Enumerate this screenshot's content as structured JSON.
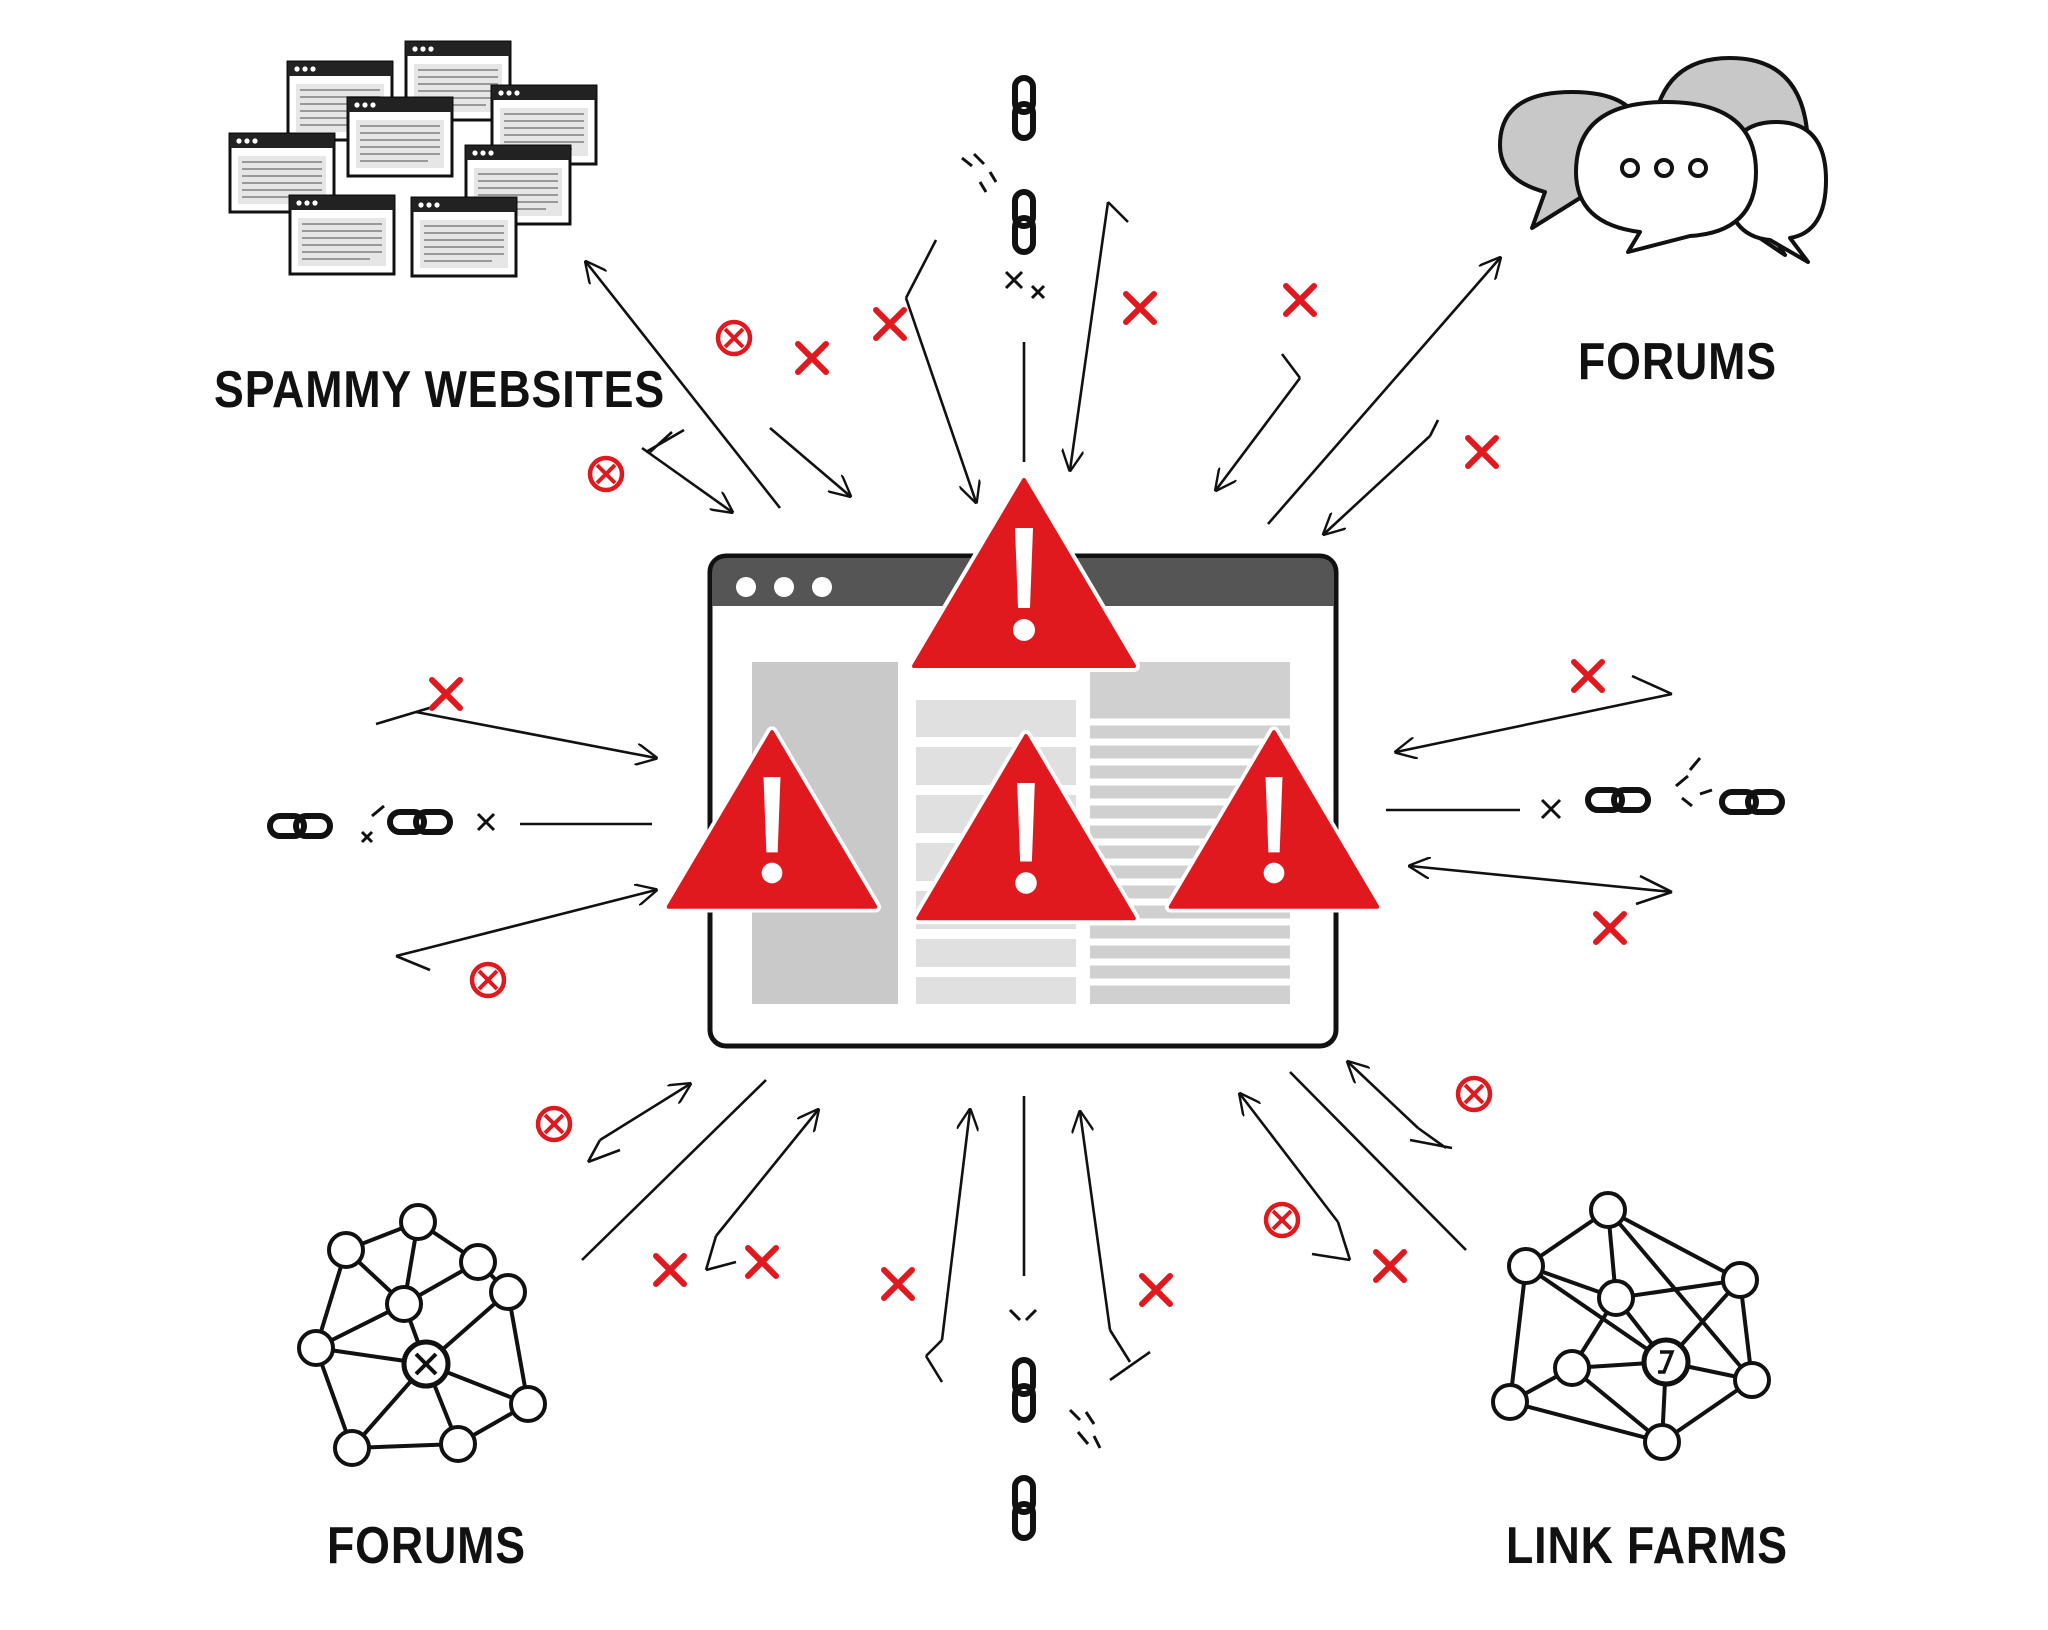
{
  "nodes": {
    "spammy_websites": "SPAMMY WEBSITES",
    "forums_top": "FORUMS",
    "forums_bottom": "FORUMS",
    "link_farms": "LINK FARMS"
  },
  "colors": {
    "warning_red": "#e0191f",
    "ink": "#111111",
    "panel_gray": "#c9c9c9",
    "titlebar_gray": "#555555"
  },
  "icons": [
    "warning-triangle-icon",
    "broken-chain-icon",
    "red-x-icon",
    "no-entry-circle-icon",
    "browser-window-icon",
    "chat-bubbles-icon",
    "network-graph-icon"
  ]
}
